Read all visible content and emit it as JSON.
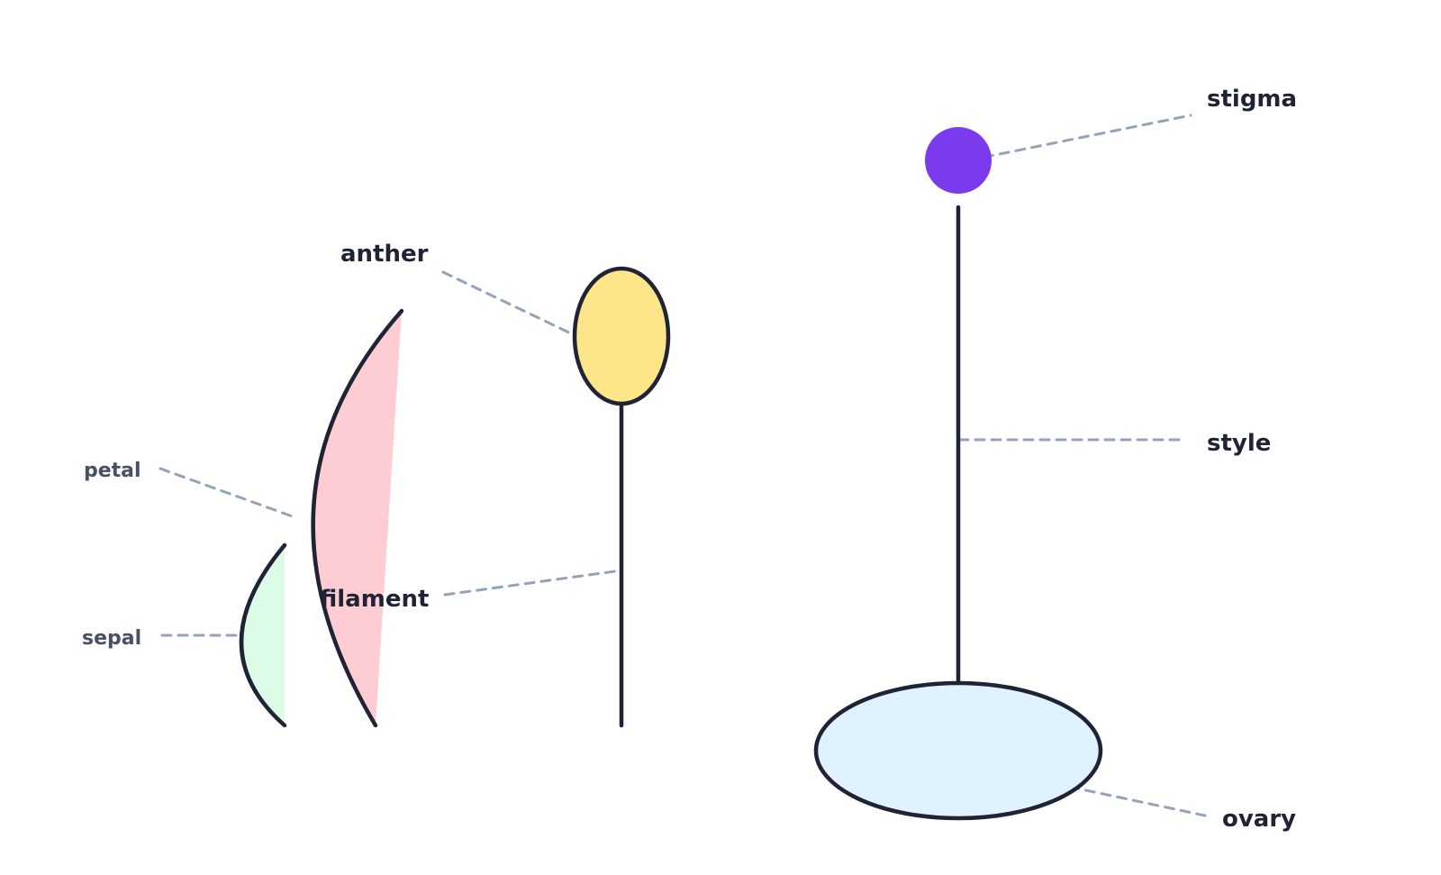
{
  "labels": {
    "stigma": "stigma",
    "style": "style",
    "ovary": "ovary",
    "anther": "anther",
    "filament": "filament",
    "petal": "petal",
    "sepal": "sepal"
  },
  "colors": {
    "outline": "#1f2335",
    "leader": "#94a3b8",
    "label_dark": "#1f2335",
    "label_muted": "#475067",
    "stigma_fill": "#7c3aed",
    "anther_fill": "#fde68a",
    "ovary_fill": "#e0f2fe",
    "petal_fill": "#fecdd3",
    "sepal_fill": "#dcfce7"
  }
}
